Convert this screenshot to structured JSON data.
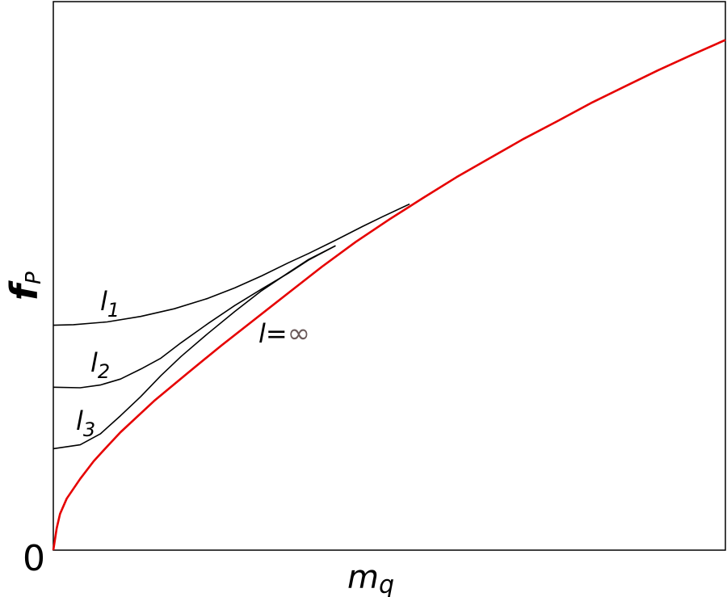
{
  "chart_data": {
    "type": "line",
    "title": "",
    "xlabel_main": "m",
    "xlabel_sub": "q",
    "ylabel_main": "f",
    "ylabel_sub": "P",
    "origin_label": "0",
    "xlim": [
      0,
      1
    ],
    "ylim": [
      0,
      1
    ],
    "grid": false,
    "legend": "none",
    "series": [
      {
        "key": "l1",
        "label_main": "l",
        "label_sub": "1",
        "color": "#000000",
        "x": [
          0,
          0.03,
          0.08,
          0.13,
          0.18,
          0.23,
          0.27,
          0.31,
          0.35,
          0.38,
          0.42,
          0.46,
          0.49,
          0.53
        ],
        "y": [
          0.41,
          0.411,
          0.416,
          0.426,
          0.44,
          0.459,
          0.478,
          0.5,
          0.524,
          0.541,
          0.565,
          0.59,
          0.608,
          0.631
        ]
      },
      {
        "key": "l2",
        "label_main": "l",
        "label_sub": "2",
        "color": "#000000",
        "x": [
          0,
          0.04,
          0.07,
          0.1,
          0.13,
          0.16,
          0.19,
          0.23,
          0.27,
          0.31,
          0.35,
          0.38,
          0.42
        ],
        "y": [
          0.297,
          0.296,
          0.301,
          0.312,
          0.33,
          0.35,
          0.378,
          0.413,
          0.446,
          0.476,
          0.505,
          0.529,
          0.555
        ]
      },
      {
        "key": "l3",
        "label_main": "l",
        "label_sub": "3",
        "color": "#000000",
        "x": [
          0,
          0.04,
          0.07,
          0.1,
          0.13,
          0.16,
          0.19,
          0.23,
          0.27,
          0.31,
          0.35,
          0.38,
          0.42
        ],
        "y": [
          0.185,
          0.192,
          0.212,
          0.245,
          0.28,
          0.318,
          0.353,
          0.395,
          0.435,
          0.473,
          0.506,
          0.53,
          0.555
        ]
      },
      {
        "key": "linf",
        "label_main": "l=",
        "label_sub": "∞",
        "color": "#e60000",
        "x": [
          0,
          0.005,
          0.01,
          0.02,
          0.04,
          0.06,
          0.08,
          0.1,
          0.15,
          0.2,
          0.25,
          0.3,
          0.35,
          0.4,
          0.45,
          0.5,
          0.55,
          0.6,
          0.65,
          0.7,
          0.75,
          0.8,
          0.85,
          0.9,
          0.95,
          1.0
        ],
        "y": [
          0,
          0.04,
          0.066,
          0.094,
          0.13,
          0.162,
          0.189,
          0.215,
          0.272,
          0.323,
          0.373,
          0.421,
          0.469,
          0.517,
          0.562,
          0.603,
          0.642,
          0.68,
          0.715,
          0.75,
          0.782,
          0.815,
          0.845,
          0.875,
          0.903,
          0.93
        ]
      }
    ]
  }
}
